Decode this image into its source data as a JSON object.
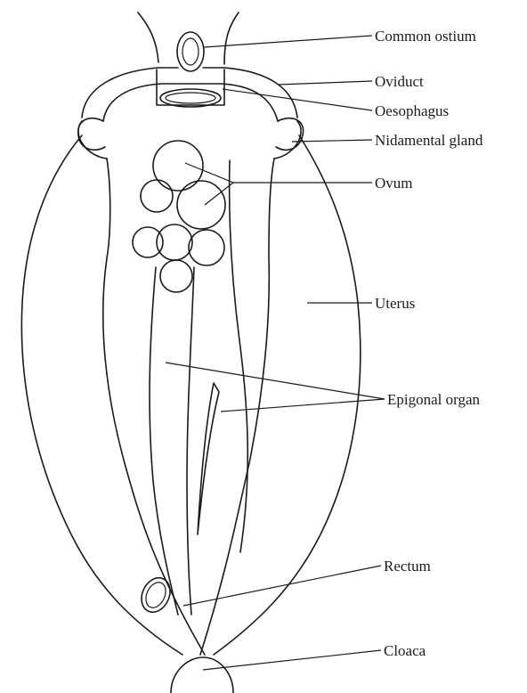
{
  "labels": {
    "common_ostium": "Common ostium",
    "oviduct": "Oviduct",
    "oesophagus": "Oesophagus",
    "nidamental_gland": "Nidamental gland",
    "ovum": "Ovum",
    "uterus": "Uterus",
    "epigonal_organ": "Epigonal organ",
    "rectum": "Rectum",
    "cloaca": "Cloaca"
  }
}
